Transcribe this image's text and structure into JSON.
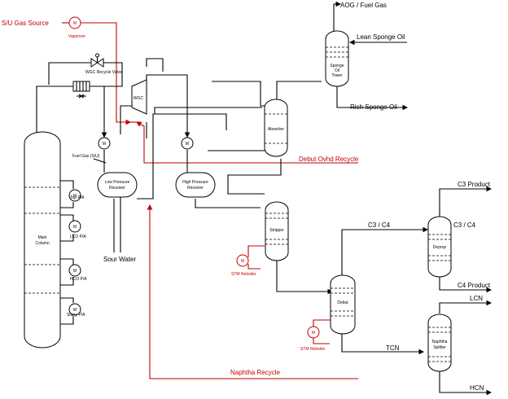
{
  "labels": {
    "su_gas_source": "S/U Gas Source",
    "vaporizer": "Vaporizer",
    "aog_fuel_gas": "AOG / Fuel Gas",
    "lean_sponge_oil": "Lean Sponge Oil",
    "sponge_oil_tower": [
      "Sponge",
      "Oil",
      "Tower"
    ],
    "rich_sponge_oil": "Rich Sponge Oil",
    "wgc_recycle_valve": "WGC Recycle Valve",
    "wgc": "WGC",
    "absorber": "Absorber",
    "debut_ovhd_recycle": "Debut Ovhd Recycle",
    "fuel_gas_su": "Fuel Gas (S/U)",
    "low_pressure_receiver": [
      "Low Pressure",
      "Receiver"
    ],
    "high_pressure_receiver": [
      "High Pressure",
      "Receiver"
    ],
    "main_column": [
      "Main",
      "Column"
    ],
    "top_pa": "Top P/A",
    "lco_pa": "LCO P/A",
    "hco_pa": "HCO P/A",
    "slurry_pa": "Slurry P/A",
    "sour_water": "Sour Water",
    "stripper": "Stripper",
    "stm_reboiler_1": "STM Reboiler",
    "c3_c4": "C3 / C4",
    "c3_product": "C3 Product",
    "depropanizer": "Deprop",
    "c3_c4_deprop": "C3 / C4",
    "c4_product": "C4 Product",
    "debutanizer": "Debut",
    "lcn": "LCN",
    "stm_reboiler_2": "STM Reboiler",
    "tcn": "TCN",
    "naphtha_splitter": [
      "Naphtha",
      "Splitter"
    ],
    "naphtha_recycle": "Naphtha Recycle",
    "hcn": "HCN",
    "exchanger_symbol": "M"
  },
  "colors": {
    "process_line": "#000000",
    "recycle_line": "#c00000"
  }
}
